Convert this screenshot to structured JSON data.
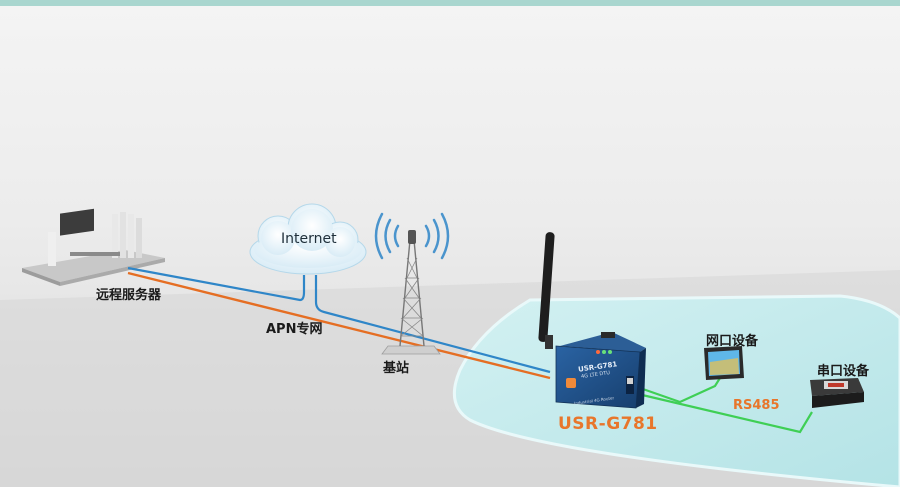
{
  "nodes": {
    "remote_server": "远程服务器",
    "internet": "Internet",
    "apn": "APN专网",
    "base_station": "基站",
    "device_model": "USR-G781",
    "network_device": "网口设备",
    "serial_device": "串口设备",
    "rs485": "RS485"
  },
  "device_panel": {
    "model": "USR-G781",
    "subtitle": "4G LTE DTU",
    "bottom_text": "Industrial 4G Router"
  },
  "colors": {
    "top_band": "#a9d6cf",
    "platform": "#bfe8ea",
    "line_blue": "#2f86c8",
    "line_orange": "#e56e23",
    "line_green": "#3fcf55",
    "label_orange": "#e8762b",
    "device_body": "#1f4f86"
  }
}
